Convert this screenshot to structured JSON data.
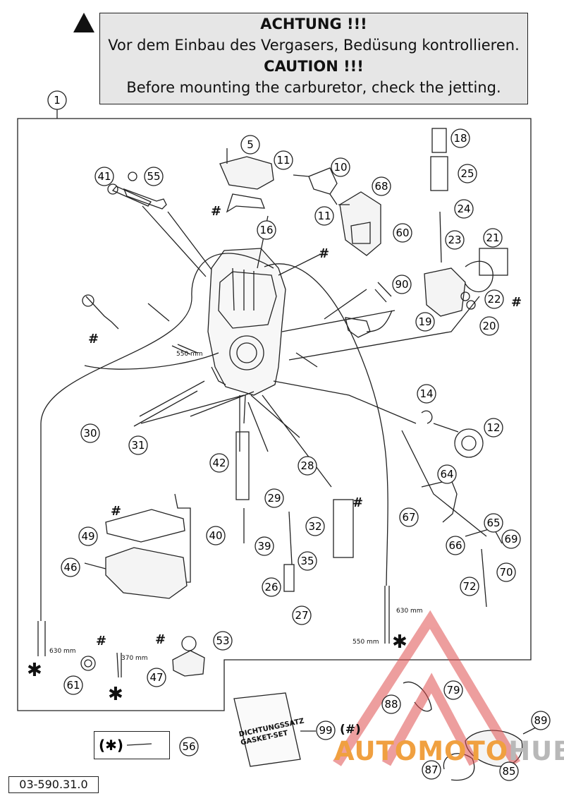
{
  "warning": {
    "line1": "ACHTUNG !!!",
    "line2": "Vor dem Einbau des Vergasers, Bedüsung kontrollieren.",
    "line3": "CAUTION !!!",
    "line4": "Before mounting the carburetor, check the jetting."
  },
  "diagram_code": "03-590.31.0",
  "gasket_kit_label": "DICHTUNGSSATZ GASKET-SET",
  "kit_marker": "(✱)",
  "kit_hash_marker": "(#)",
  "watermark": {
    "part1": "AUTOMOTO",
    "part2": "HUB"
  },
  "measurements": [
    "550 mm",
    "630 mm",
    "370 mm",
    "630 mm",
    "550 mm"
  ],
  "callouts": [
    "1",
    "5",
    "10",
    "11",
    "11",
    "12",
    "14",
    "16",
    "18",
    "19",
    "20",
    "21",
    "22",
    "23",
    "24",
    "25",
    "26",
    "27",
    "28",
    "29",
    "30",
    "31",
    "32",
    "35",
    "39",
    "40",
    "41",
    "42",
    "46",
    "47",
    "49",
    "53",
    "55",
    "56",
    "60",
    "61",
    "64",
    "65",
    "66",
    "67",
    "68",
    "69",
    "70",
    "72",
    "79",
    "85",
    "87",
    "88",
    "89",
    "90",
    "99"
  ]
}
